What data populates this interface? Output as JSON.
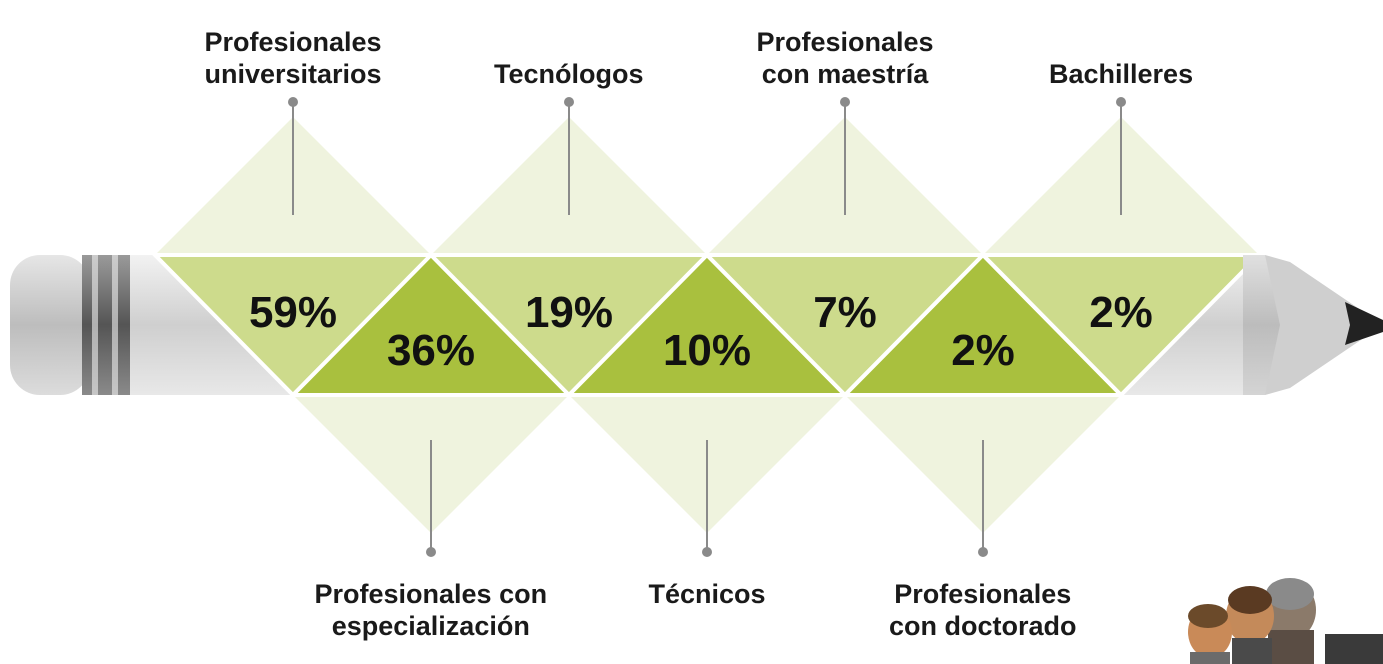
{
  "chart_data": {
    "type": "diagram",
    "items": [
      {
        "label_lines": [
          "Profesionales",
          "universitarios"
        ],
        "value": "59%",
        "position": "top"
      },
      {
        "label_lines": [
          "Profesionales con",
          "especialización"
        ],
        "value": "36%",
        "position": "bottom"
      },
      {
        "label_lines": [
          "Tecnólogos"
        ],
        "value": "19%",
        "position": "top"
      },
      {
        "label_lines": [
          "Técnicos"
        ],
        "value": "10%",
        "position": "bottom"
      },
      {
        "label_lines": [
          "Profesionales",
          "con maestría"
        ],
        "value": "7%",
        "position": "top"
      },
      {
        "label_lines": [
          "Profesionales",
          "con doctorado"
        ],
        "value": "2%",
        "position": "bottom"
      },
      {
        "label_lines": [
          "Bachilleres"
        ],
        "value": "2%",
        "position": "top"
      }
    ]
  },
  "colors": {
    "band_light": "#cddb8c",
    "band_dark": "#a9c03e",
    "halo": "#eef2dc",
    "pencil_body": "#d8d8d8",
    "eraser": "#c9c9c9",
    "tip": "#222222"
  },
  "decor": {
    "illustration": "people-group-icon"
  }
}
